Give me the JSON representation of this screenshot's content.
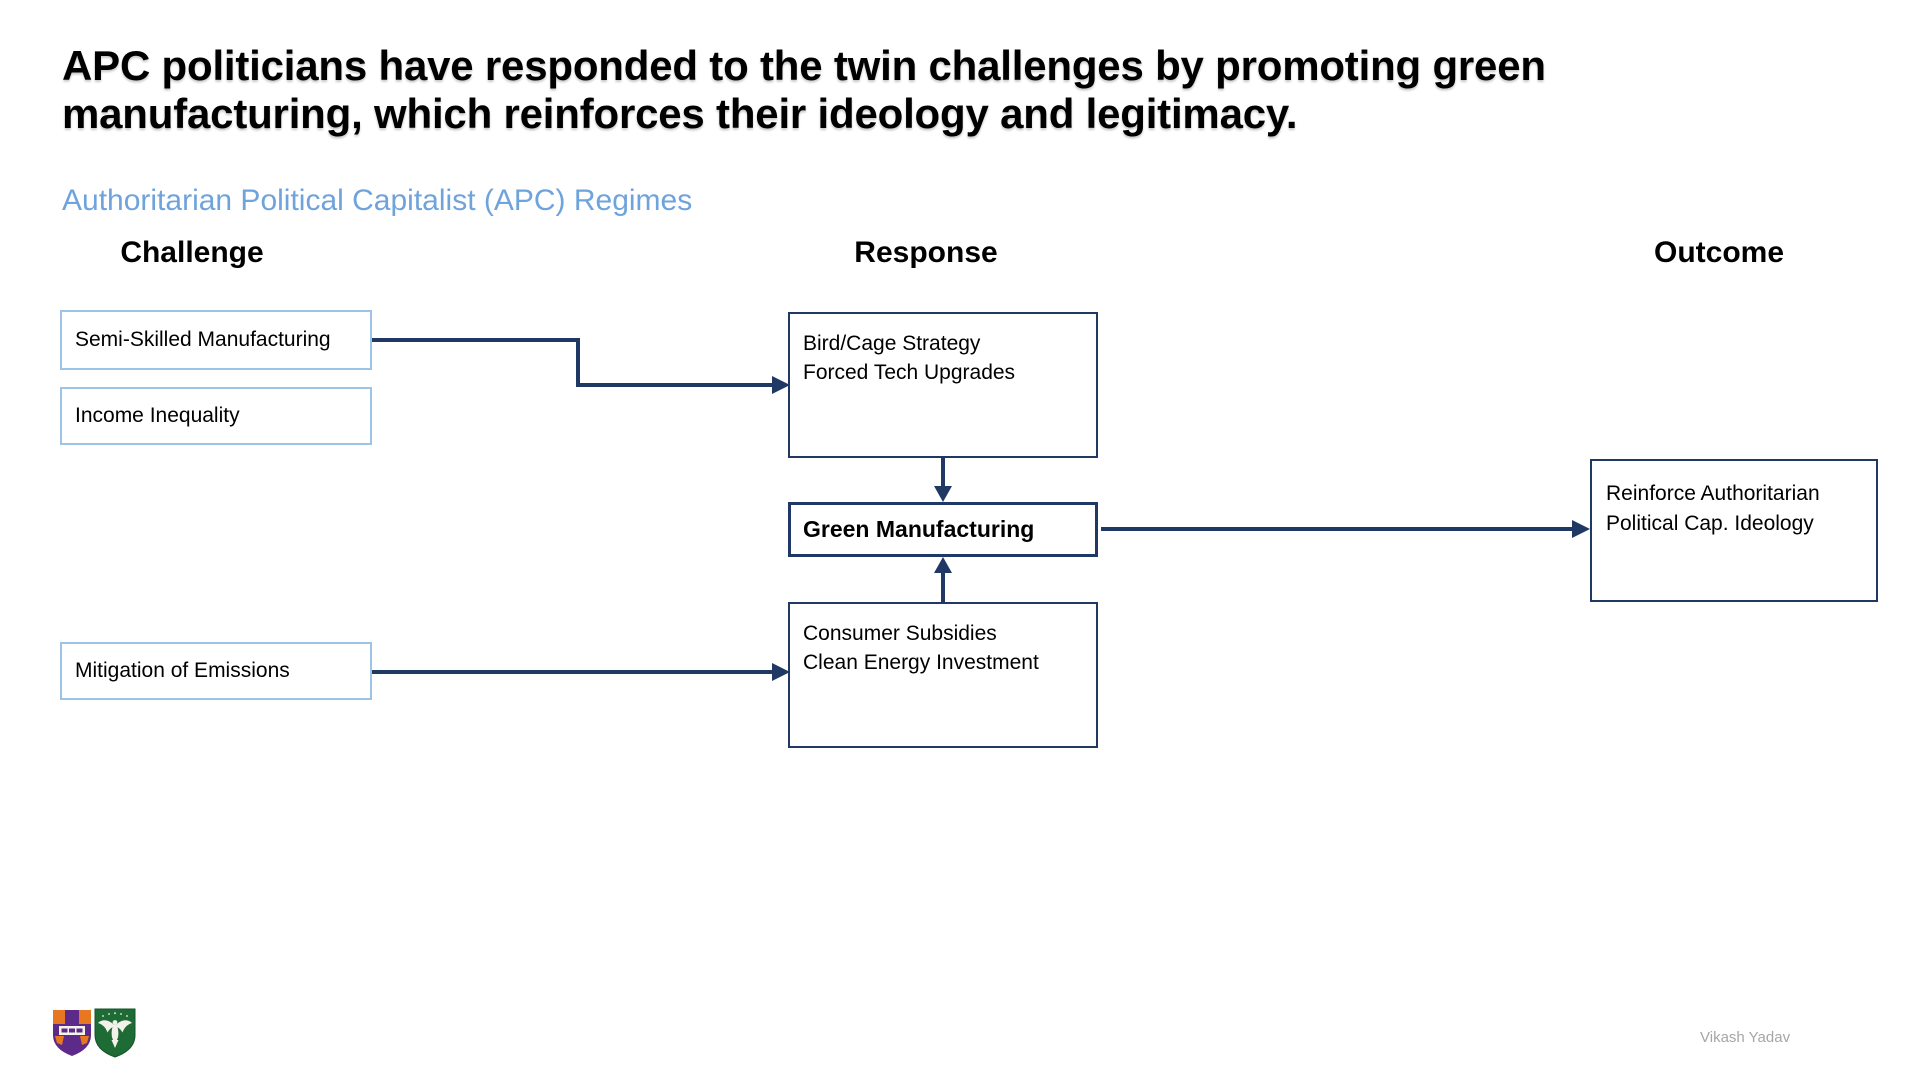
{
  "slide": {
    "title_lines": [
      "APC politicians have responded to the twin challenges by promoting green",
      "manufacturing, which reinforces their ideology and legitimacy."
    ],
    "subtitle": "Authoritarian Political Capitalist (APC) Regimes",
    "author": "Vikash Yadav"
  },
  "columns": {
    "challenge": "Challenge",
    "response": "Response",
    "outcome": "Outcome"
  },
  "diagram": {
    "challenges": [
      {
        "label": "Semi-Skilled Manufacturing"
      },
      {
        "label": "Income Inequality"
      },
      {
        "label": "Mitigation of Emissions"
      }
    ],
    "responses": {
      "bird_cage": {
        "lines": [
          "Bird/Cage Strategy",
          "Forced Tech Upgrades"
        ]
      },
      "green": {
        "label": "Green Manufacturing"
      },
      "subsidies": {
        "lines": [
          "Consumer Subsidies",
          "Clean Energy Investment"
        ]
      }
    },
    "outcome": {
      "lines": [
        "Reinforce Authoritarian",
        "Political Cap. Ideology"
      ]
    }
  },
  "icons": {
    "left_logo": "purple-orange-crest-shield-icon",
    "right_logo": "green-eagle-crest-shield-icon"
  },
  "colors": {
    "navy": "#1F3864",
    "light_blue_border": "#9DC3E6",
    "subtitle_blue": "#6FA3DB",
    "author_gray": "#A6A6A6",
    "crest_purple": "#5C2B8A",
    "crest_orange": "#E87722",
    "crest_green": "#1E6B35"
  }
}
